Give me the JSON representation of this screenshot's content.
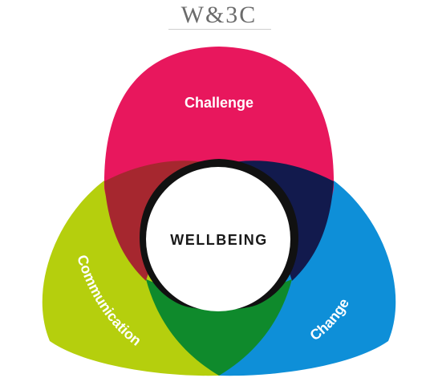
{
  "header": {
    "title": "W&3C"
  },
  "diagram": {
    "center_label": "WELLBEING",
    "petals": [
      {
        "label": "Challenge",
        "color": "#e8175d"
      },
      {
        "label": "Communication",
        "color": "#b5cf0d"
      },
      {
        "label": "Change",
        "color": "#0e8fd8"
      }
    ],
    "overlap_colors": {
      "challenge_communication": "#a6272f",
      "challenge_change": "#121a4d",
      "communication_change": "#0f8a2c"
    },
    "center_fill": "#ffffff",
    "center_ring": "#111111"
  }
}
